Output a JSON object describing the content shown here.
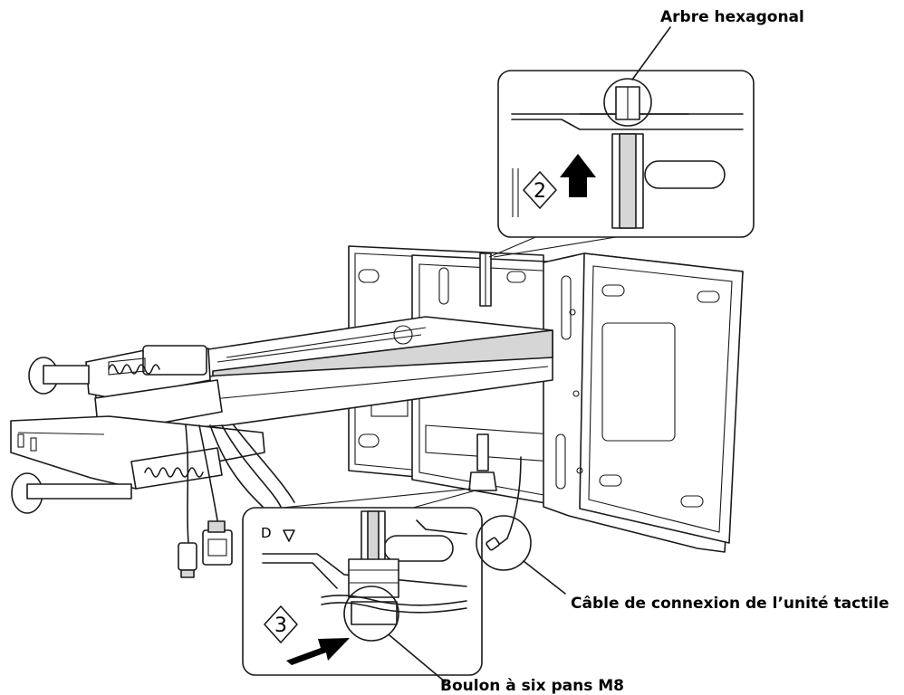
{
  "labels": {
    "hex_shaft": "Arbre hexagonal",
    "touch_cable": "Câble de connexion de l’unité tactile",
    "hex_bolt": "Boulon à six pans M8"
  },
  "steps": {
    "step2": "2",
    "step3": "3"
  },
  "colors": {
    "line": "#1a1a1a",
    "background": "#ffffff",
    "panel_fill": "#ececec"
  }
}
